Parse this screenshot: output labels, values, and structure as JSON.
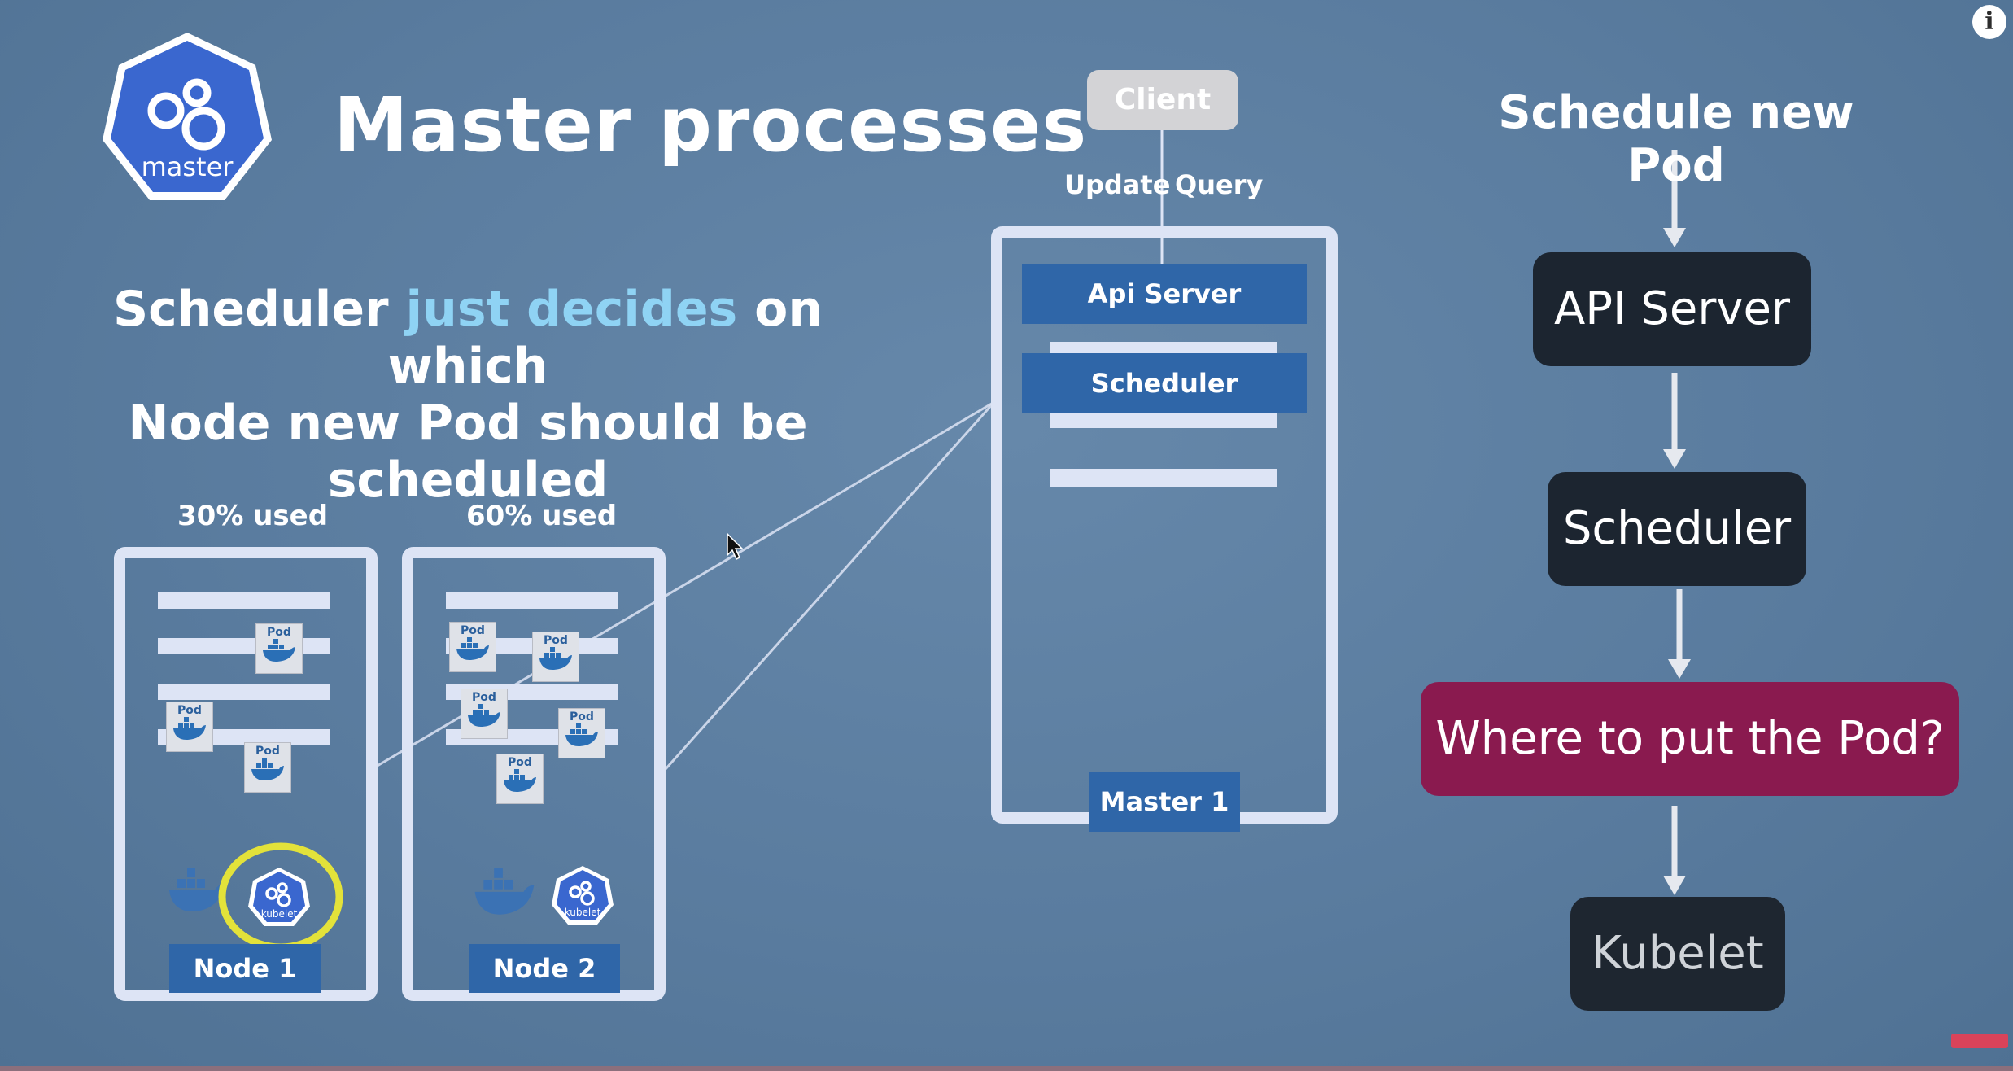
{
  "logo": {
    "label": "master"
  },
  "title": "Master processes",
  "subtitle": {
    "part1": "Scheduler ",
    "highlight": "just decides",
    "part2": " on which",
    "line2": "Node new Pod should be scheduled"
  },
  "nodes": [
    {
      "usage": "30% used",
      "label": "Node 1"
    },
    {
      "usage": "60% used",
      "label": "Node 2"
    }
  ],
  "pod_label": "Pod",
  "kubelet_label": "kubelet",
  "master": {
    "client": "Client",
    "update": "Update",
    "query": "Query",
    "api_server": "Api Server",
    "scheduler": "Scheduler",
    "label": "Master 1"
  },
  "flow": {
    "heading": "Schedule new Pod",
    "steps": [
      "API Server",
      "Scheduler",
      "Where to put the Pod?",
      "Kubelet"
    ]
  },
  "colors": {
    "background": "#5f82a4",
    "node_label": "#2f66a8",
    "flow_dark": "#1c2530",
    "flow_highlight": "#8a1a4f",
    "kubelet_ring": "#e3e23a",
    "subtitle_highlight": "#8fd3f4"
  }
}
